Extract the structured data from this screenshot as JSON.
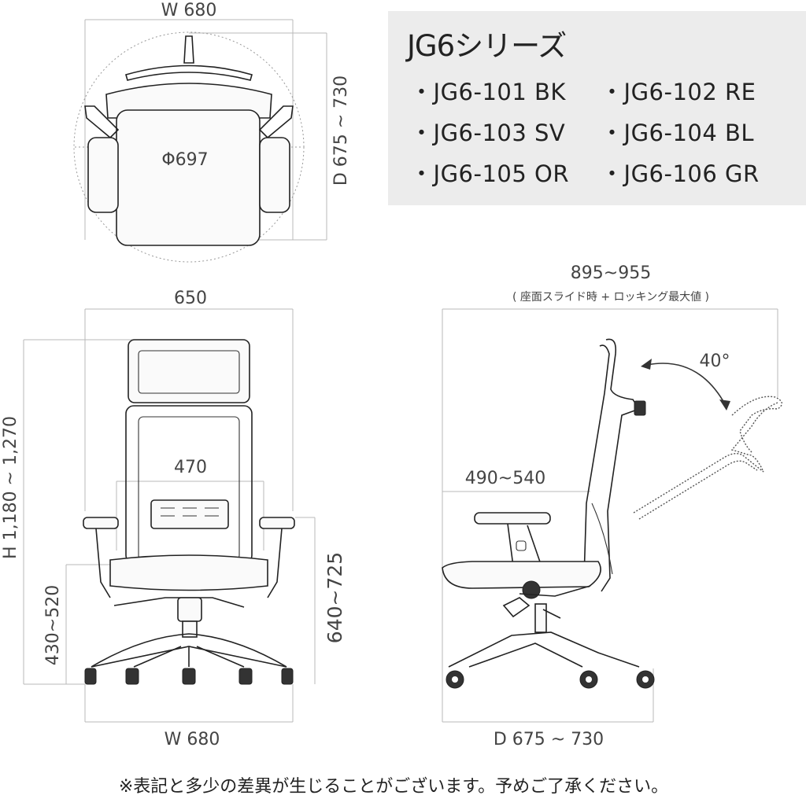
{
  "series": {
    "title": "JG6シリーズ",
    "models": [
      "JG6-101 BK",
      "JG6-102 RE",
      "JG6-103 SV",
      "JG6-104 BL",
      "JG6-105 OR",
      "JG6-106 GR"
    ]
  },
  "top_view": {
    "width_label": "W 680",
    "depth_label": "D 675 ~ 730",
    "diameter_label": "Φ697"
  },
  "front_view": {
    "overall_width_label": "650",
    "seat_width_label": "470",
    "height_label": "H 1,180 ~ 1,270",
    "seat_height_label": "430~520",
    "armrest_height_label": "640~725",
    "base_width_label": "W 680"
  },
  "side_view": {
    "depth_range_label": "895~955",
    "depth_range_note": "( 座面スライド時 + ロッキング最大値 )",
    "recline_angle_label": "40°",
    "seat_depth_label": "490~540",
    "base_depth_label": "D 675 ~ 730"
  },
  "footnote": "※表記と多少の差異が生じることがございます。予めご了承ください。"
}
